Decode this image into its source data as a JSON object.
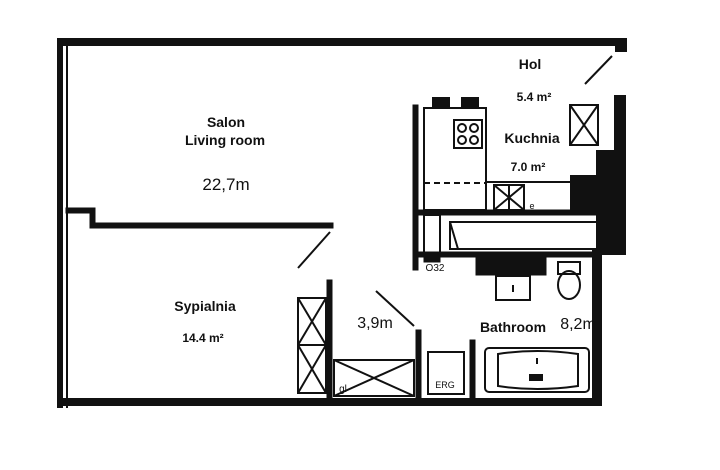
{
  "rooms": {
    "salon": {
      "name_pl": "Salon",
      "name_en": "Living room",
      "area": "22,7m"
    },
    "hol": {
      "name": "Hol",
      "area": "5.4 m²"
    },
    "kuchnia": {
      "name": "Kuchnia",
      "area": "7.0 m²"
    },
    "sypialnia": {
      "name": "Sypialnia",
      "area": "14.4 m²"
    },
    "closet": {
      "area": "3,9m"
    },
    "bathroom": {
      "name": "Bathroom",
      "area": "8,2m"
    }
  },
  "fixtures": {
    "o32": "O32",
    "erg": "ERG",
    "gl": "gl",
    "e": "e"
  },
  "colors": {
    "wall": "#111111",
    "background": "#ffffff"
  }
}
